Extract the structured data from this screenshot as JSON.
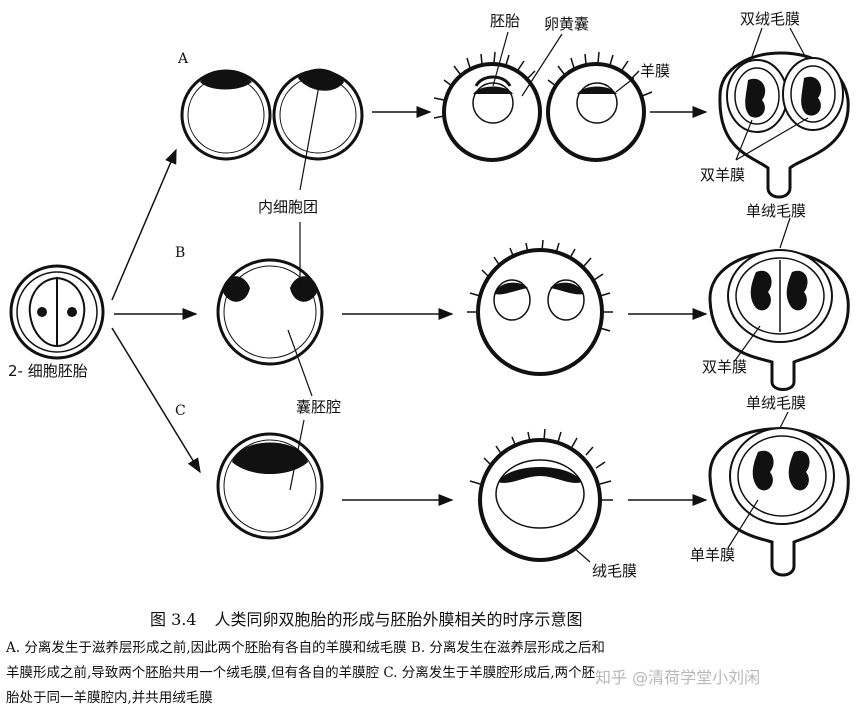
{
  "row_labels": [
    "A",
    "B",
    "C"
  ],
  "labels": {
    "two_cell": "2- 细胞胚胎",
    "inner_cell_mass": "内细胞团",
    "blastocoel": "囊胚腔",
    "embryo": "胚胎",
    "yolk_sac": "卵黄囊",
    "amnion": "羊膜",
    "dichorionic": "双绒毛膜",
    "diamnion_a": "双羊膜",
    "monochorionic_b": "单绒毛膜",
    "diamnion_b": "双羊膜",
    "monochorionic_c": "单绒毛膜",
    "monoamnion": "单羊膜",
    "chorion": "绒毛膜"
  },
  "caption": {
    "fig_no": "图 3.4",
    "title": "人类同卵双胞胎的形成与胚胎外膜相关的时序示意图",
    "line1": "A. 分离发生于滋养层形成之前,因此两个胚胎有各自的羊膜和绒毛膜      B. 分离发生在滋养层形成之后和",
    "line2": "羊膜形成之前,导致两个胚胎共用一个绒毛膜,但有各自的羊膜腔       C. 分离发生于羊膜腔形成后,两个胚",
    "line3": "胎处于同一羊膜腔内,并共用绒毛膜"
  },
  "watermark": "知乎 @清荷学堂小刘闲"
}
